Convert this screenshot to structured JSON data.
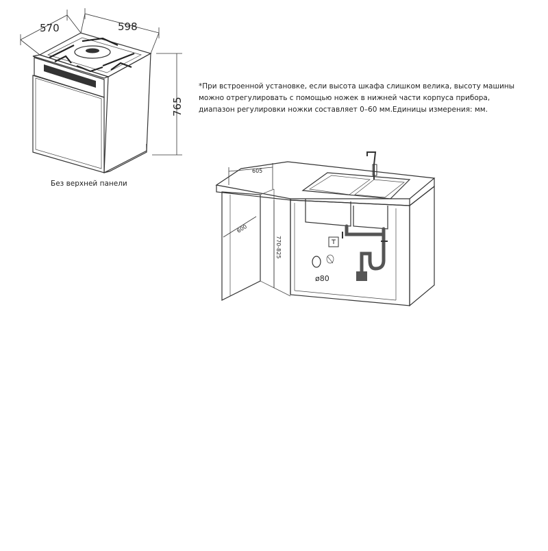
{
  "dishwasher": {
    "depth_label": "570",
    "width_label": "598",
    "height_label": "765",
    "caption": "Без верхней панели"
  },
  "note": {
    "text": "*При встроенной установке, если высота шкафа слишком велика, высоту машины можно отрегулировать с помощью ножек в нижней части корпуса прибора, диапазон регулировки ножки составляет 0–60 мм.Единицы измерения: мм."
  },
  "installation": {
    "niche_width_label": "605",
    "niche_depth_label": "600",
    "niche_height_label": "770-825",
    "hole_diameter_label": "ø80"
  }
}
